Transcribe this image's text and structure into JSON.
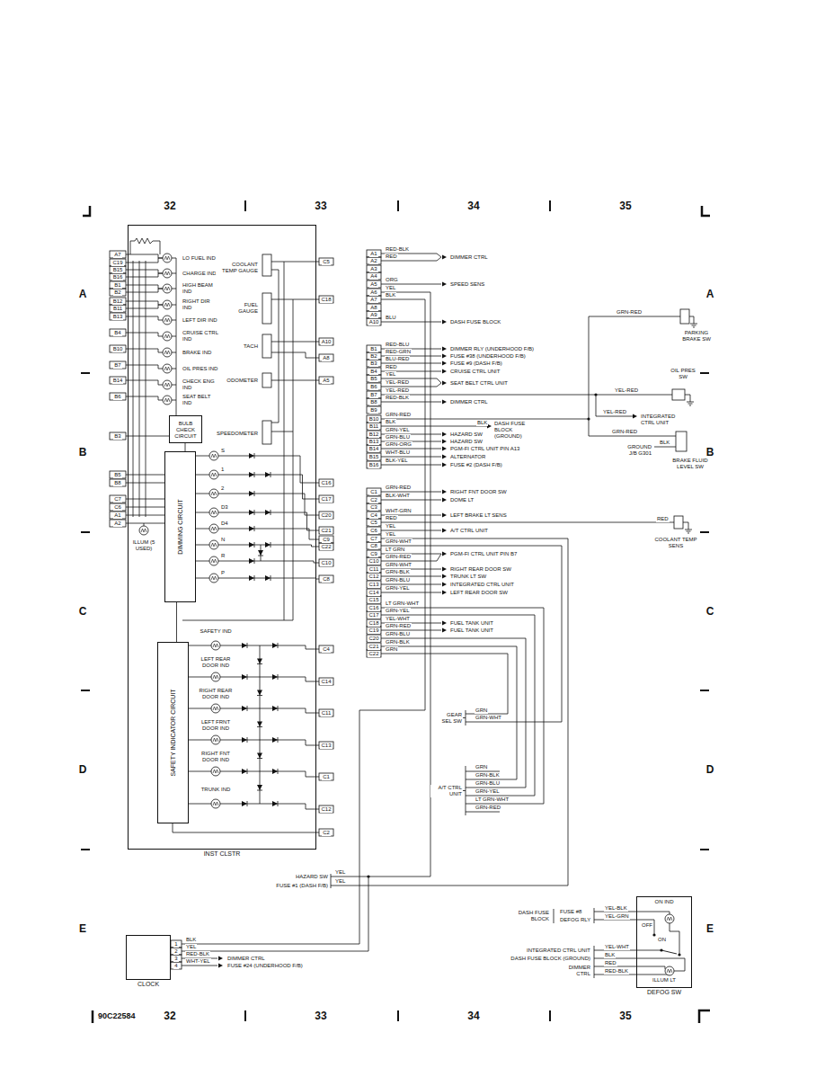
{
  "diagram": {
    "nodes": [
      {
        "text": [
          "INST CLSTR"
        ]
      },
      {
        "text": [
          "BULB CHECK CIRCUIT"
        ],
        "in": 0
      },
      {
        "text": [
          "DIMMING CIRCUIT"
        ],
        "in": 0
      },
      {
        "text": [
          "SAFETY INDICATOR CIRCUIT"
        ],
        "in": 0
      },
      {
        "text": [
          "CLOCK"
        ]
      },
      {
        "text": [
          "DEFOG SW",
          "ON IND",
          "OFF",
          "ON",
          "ILLUM LT"
        ]
      }
    ],
    "edges": [
      {
        "from": 2,
        "to": 3,
        "arrow": "none"
      }
    ],
    "labels": [
      "32",
      "33",
      "34",
      "35",
      "32",
      "33",
      "34",
      "35",
      "A",
      "B",
      "C",
      "D",
      "E",
      "A",
      "B",
      "C",
      "D",
      "E",
      "90C22584",
      "A7",
      "C19",
      "B15",
      "B16",
      "B1",
      "B2",
      "B12",
      "B11",
      "B13",
      "B4",
      "B10",
      "B7",
      "B14",
      "B6",
      "B3",
      "B5",
      "B8",
      "C7",
      "C6",
      "A1",
      "A2",
      "LO FUEL IND",
      "CHARGE IND",
      "HIGH BEAM IND",
      "RIGHT DIR IND",
      "LEFT DIR IND",
      "CRUISE CTRL IND",
      "BRAKE IND",
      "OIL PRES IND",
      "CHECK ENG IND",
      "SEAT BELT IND",
      "COOLANT TEMP GAUGE",
      "FUEL GAUGE",
      "TACH",
      "ODOMETER",
      "SPEEDOMETER",
      "S",
      "1",
      "2",
      "D3",
      "D4",
      "N",
      "R",
      "P",
      "ILLUM (5 USED)",
      "C5",
      "C18",
      "A10",
      "A8",
      "A5",
      "C16",
      "C17",
      "C20",
      "C21",
      "C9",
      "C22",
      "C10",
      "C8",
      "C4",
      "C14",
      "C11",
      "C13",
      "C1",
      "C12",
      "C2",
      "SAFETY IND",
      "LEFT REAR DOOR IND",
      "RIGHT REAR DOOR IND",
      "LEFT FRNT DOOR IND",
      "RIGHT FNT DOOR IND",
      "TRUNK IND",
      "A1",
      "A2",
      "A3",
      "A4",
      "A5",
      "A6",
      "A7",
      "A8",
      "A9",
      "A10",
      "B1",
      "B2",
      "B3",
      "B4",
      "B5",
      "B6",
      "B7",
      "B8",
      "B9",
      "B10",
      "B11",
      "B12",
      "B13",
      "B14",
      "B15",
      "B16",
      "C1",
      "C2",
      "C3",
      "C4",
      "C5",
      "C6",
      "C7",
      "C8",
      "C9",
      "C10",
      "C11",
      "C12",
      "C13",
      "C14",
      "C15",
      "C16",
      "C17",
      "C18",
      "C19",
      "C20",
      "C21",
      "C22",
      "RED-BLK",
      "RED",
      "ORG",
      "YEL",
      "BLK",
      "BLU",
      "RED-BLU",
      "RED-GRN",
      "BLU-RED",
      "RED",
      "YEL",
      "YEL-RED",
      "YEL-RED",
      "RED-BLK",
      "GRN-RED",
      "BLK",
      "GRN-YEL",
      "GRN-BLU",
      "GRN-ORG",
      "WHT-BLU",
      "BLK-YEL",
      "GRN-RED",
      "BLK-WHT",
      "WHT-GRN",
      "RED",
      "YEL",
      "YEL",
      "GRN-WHT",
      "LT GRN",
      "GRN-RED",
      "GRN-WHT",
      "GRN-BLK",
      "GRN-BLU",
      "GRN-YEL",
      "LT GRN-WHT",
      "GRN-YEL",
      "YEL-WHT",
      "GRN-RED",
      "GRN-BLU",
      "GRN-BLK",
      "GRN",
      "DIMMER CTRL",
      "SPEED SENS",
      "DASH FUSE BLOCK",
      "DIMMER RLY (UNDERHOOD F/B)",
      "FUSE #38 (UNDERHOOD F/B)",
      "FUSE #9 (DASH F/B)",
      "CRUISE CTRL UNIT",
      "SEAT BELT CTRL UNIT",
      "DIMMER CTRL",
      "BLK",
      "DASH FUSE BLOCK (GROUND)",
      "HAZARD SW",
      "HAZARD SW",
      "PGM-FI CTRL UNIT PIN A13",
      "ALTERNATOR",
      "FUSE #2 (DASH F/B)",
      "RIGHT FNT DOOR SW",
      "DOME LT",
      "LEFT BRAKE LT SENS",
      "A/T CTRL UNIT",
      "PGM-FI CTRL UNIT PIN B7",
      "RIGHT REAR DOOR SW",
      "TRUNK LT SW",
      "INTEGRATED CTRL UNIT",
      "LEFT REAR DOOR SW",
      "FUEL TANK UNIT",
      "FUEL TANK UNIT",
      "GEAR SEL SW",
      "GRN",
      "GRN-WHT",
      "A/T CTRL UNIT",
      "GRN",
      "GRN-BLK",
      "GRN-BLU",
      "GRN-YEL",
      "LT GRN-WHT",
      "GRN-RED",
      "HAZARD SW",
      "FUSE #1 (DASH F/B)",
      "YEL",
      "YEL",
      "1",
      "2",
      "3",
      "4",
      "BLK",
      "YEL",
      "RED-BLK",
      "WHT-YEL",
      "DIMMER CTRL",
      "FUSE #24 (UNDERHOOD F/B)",
      "GRN-RED",
      "PARKING BRAKE SW",
      "OIL PRES SW",
      "YEL-RED",
      "YEL-RED",
      "INTEGRATED CTRL UNIT",
      "GRN-RED",
      "GROUND J/B G301",
      "BLK",
      "BRAKE FLUID LEVEL SW",
      "RED",
      "COOLANT TEMP SENS",
      "DASH FUSE BLOCK",
      "FUSE #8",
      "DEFOG RLY",
      "YEL-BLK",
      "YEL-GRN",
      "INTEGRATED CTRL UNIT",
      "DASH FUSE BLOCK (GROUND)",
      "DIMMER CTRL",
      "YEL-WHT",
      "BLK",
      "RED",
      "RED-BLK"
    ]
  }
}
